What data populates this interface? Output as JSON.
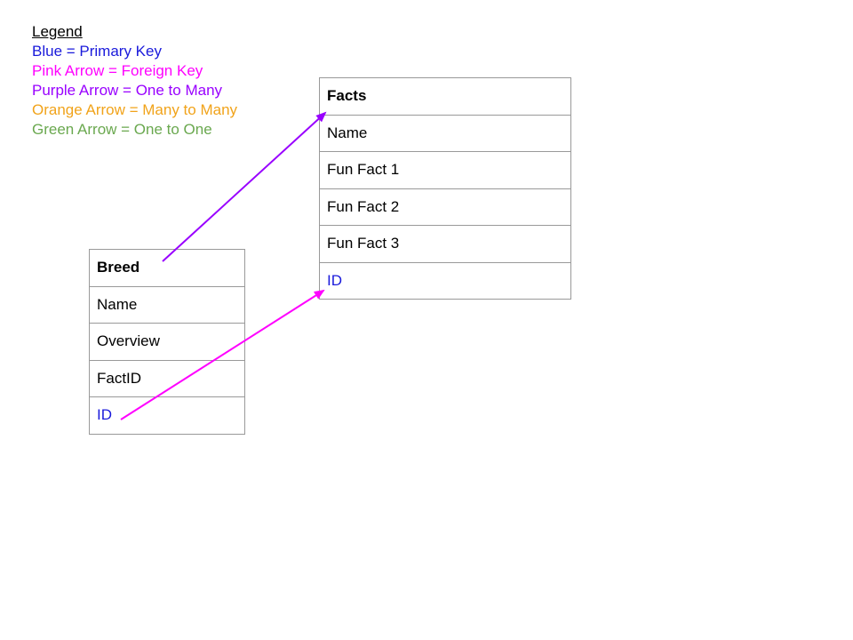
{
  "legend": {
    "title": "Legend",
    "entries": [
      {
        "text": "Blue = Primary Key",
        "color": "#1a1adb"
      },
      {
        "text": "Pink Arrow = Foreign Key",
        "color": "#ff00ff"
      },
      {
        "text": "Purple Arrow = One to Many",
        "color": "#9900ff"
      },
      {
        "text": "Orange Arrow = Many to Many",
        "color": "#f1a31a"
      },
      {
        "text": "Green Arrow = One to One",
        "color": "#6aa84f"
      }
    ]
  },
  "tables": {
    "facts": {
      "title": "Facts",
      "fields": [
        {
          "name": "Name",
          "primary_key": false
        },
        {
          "name": "Fun Fact 1",
          "primary_key": false
        },
        {
          "name": "Fun Fact 2",
          "primary_key": false
        },
        {
          "name": "Fun Fact 3",
          "primary_key": false
        },
        {
          "name": "ID",
          "primary_key": true
        }
      ]
    },
    "breed": {
      "title": "Breed",
      "fields": [
        {
          "name": "Name",
          "primary_key": false
        },
        {
          "name": "Overview",
          "primary_key": false
        },
        {
          "name": "FactID",
          "primary_key": false
        },
        {
          "name": "ID",
          "primary_key": true
        }
      ]
    }
  },
  "relationships": [
    {
      "kind": "One to Many",
      "from": "Breed",
      "to": "Facts",
      "color": "#9900ff"
    },
    {
      "kind": "Foreign Key",
      "from": "Breed.ID",
      "to": "Facts.ID",
      "color": "#ff00ff"
    }
  ],
  "primary_key_color": "#1a1adb"
}
